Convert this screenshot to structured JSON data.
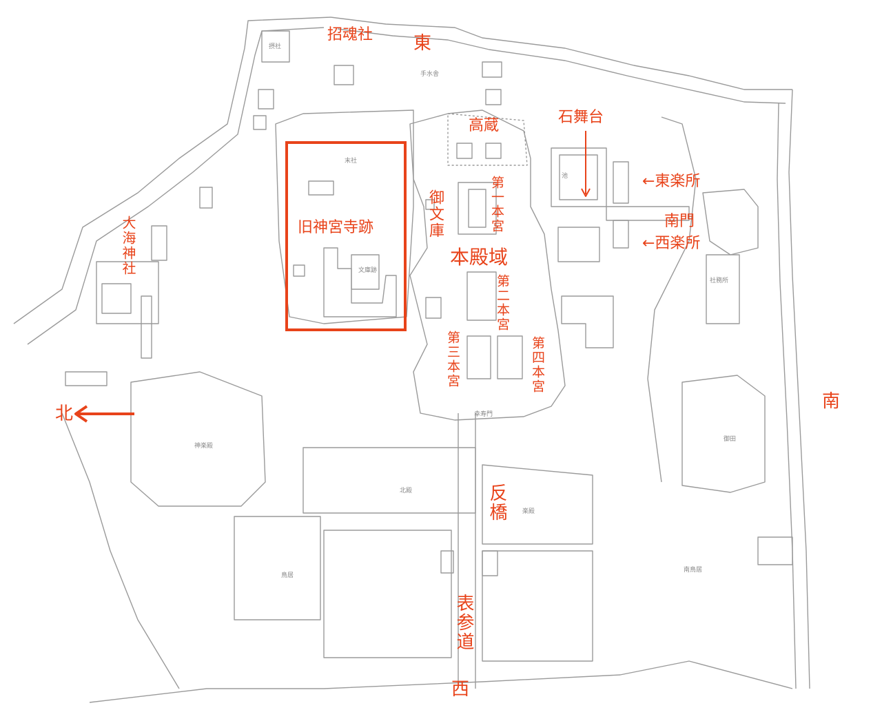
{
  "accent_color": "#e8431a",
  "line_color": "#9a9a9a",
  "labels": {
    "shokonsha": "招魂社",
    "east": "東",
    "takakura": "高蔵",
    "ishibutai": "石舞台",
    "higashi_gakusho": "←東楽所",
    "minamimon": "南門",
    "nishi_gakusho": "←西楽所",
    "ogomonko": "御文庫",
    "daiichi_hongu": "第一本宮",
    "kyu_jinguji": "旧神宮寺跡",
    "honden_iki": "本殿域",
    "daini_hongu": "第二本宮",
    "daisan_hongu": "第三本宮",
    "daiyon_hongu": "第四本宮",
    "oumi_jinja": "大海神社",
    "north": "北",
    "south": "南",
    "sorihashi": "反橋",
    "omote_sando": "表参道",
    "west": "西"
  },
  "map_notes": {
    "n1": "摂社",
    "n2": "末社",
    "n3": "手水舎",
    "n4": "神楽殿",
    "n5": "文庫跡",
    "n6": "社務所",
    "n7": "御田",
    "n8": "池",
    "n9": "北殿",
    "n10": "楽殿",
    "n11": "鳥居",
    "n12": "幸寿門",
    "n13": "南鳥居"
  },
  "icons": {
    "north_arrow": "left-arrow-icon",
    "ishibutai_arrow": "down-arrow-icon"
  }
}
